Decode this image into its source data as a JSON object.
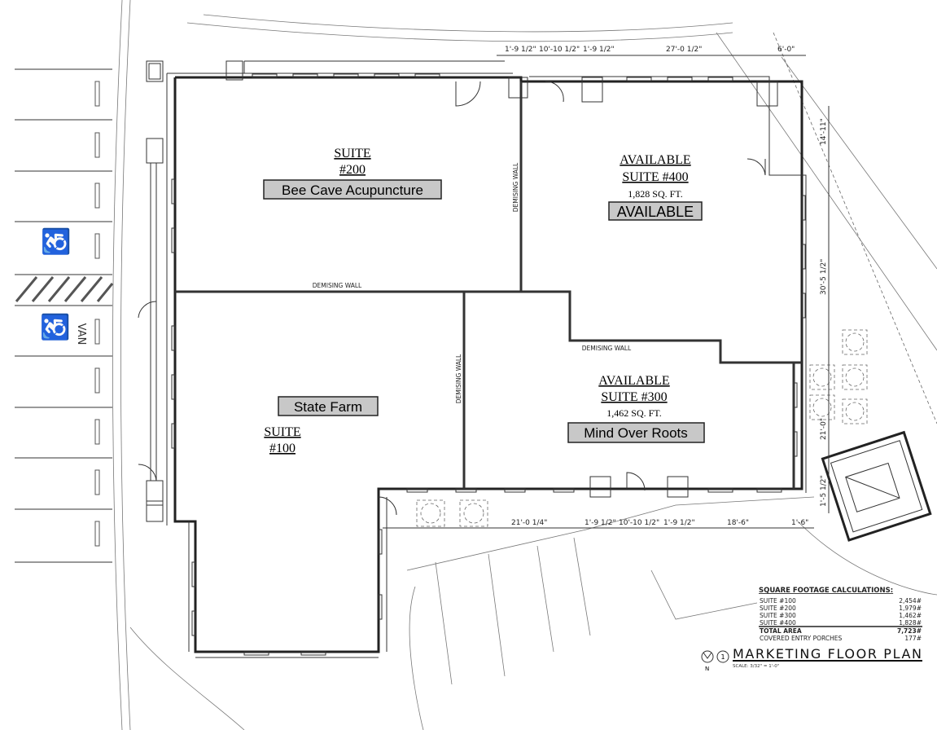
{
  "plan": {
    "title": "MARKETING FLOOR PLAN",
    "scale": "SCALE: 3/32\" = 1'-0\"",
    "north_marker": "N",
    "detail_number": "1"
  },
  "suites": {
    "s200": {
      "line1": "SUITE",
      "line2": "#200",
      "tenant": "Bee Cave Acupuncture"
    },
    "s400": {
      "line1": "AVAILABLE",
      "line2": "SUITE #400",
      "area": "1,828 SQ. FT.",
      "tenant": "AVAILABLE"
    },
    "s100": {
      "line1": "SUITE",
      "line2": "#100",
      "tenant": "State Farm"
    },
    "s300": {
      "line1": "AVAILABLE",
      "line2": "SUITE #300",
      "area": "1,462 SQ. FT.",
      "tenant": "Mind Over Roots"
    }
  },
  "walls": {
    "demising_h1": "DEMISING WALL",
    "demising_v1": "DEMISING WALL",
    "demising_v2": "DEMISING WALL",
    "demising_h2": "DEMISING WALL"
  },
  "dimensions": {
    "top": [
      "1'-9 1/2\"",
      "10'-10 1/2\"",
      "1'-9 1/2\"",
      "27'-0 1/2\"",
      "6'-0\""
    ],
    "bottom": [
      "21'-0 1/4\"",
      "1'-9 1/2\"",
      "10'-10 1/2\"",
      "1'-9 1/2\"",
      "18'-6\"",
      "1'-6\""
    ],
    "right": [
      "14'-11\"",
      "30'-5 1/2\"",
      "21'-0\"",
      "1'-5 1/2\""
    ]
  },
  "parking": {
    "van_label": "VAN"
  },
  "sqft_table": {
    "title": "SQUARE FOOTAGE CALCULATIONS:",
    "rows": [
      {
        "label": "SUITE #100",
        "value": "2,454#"
      },
      {
        "label": "SUITE #200",
        "value": "1,979#"
      },
      {
        "label": "SUITE #300",
        "value": "1,462#"
      },
      {
        "label": "SUITE #400",
        "value": "1,828#"
      }
    ],
    "total_label": "TOTAL AREA",
    "total_value": "7,723#",
    "porches_label": "COVERED ENTRY PORCHES",
    "porches_value": "177#"
  },
  "colors": {
    "label_fill": "#c8c8c8",
    "line": "#222222"
  }
}
